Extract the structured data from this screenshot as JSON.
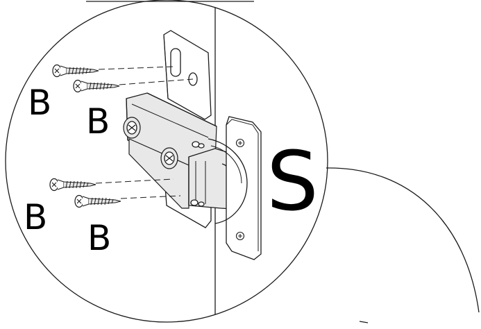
{
  "labels": {
    "screw_b_1": "B",
    "screw_b_2": "B",
    "screw_b_3": "B",
    "screw_b_4": "B",
    "cabinet_side": "S"
  }
}
